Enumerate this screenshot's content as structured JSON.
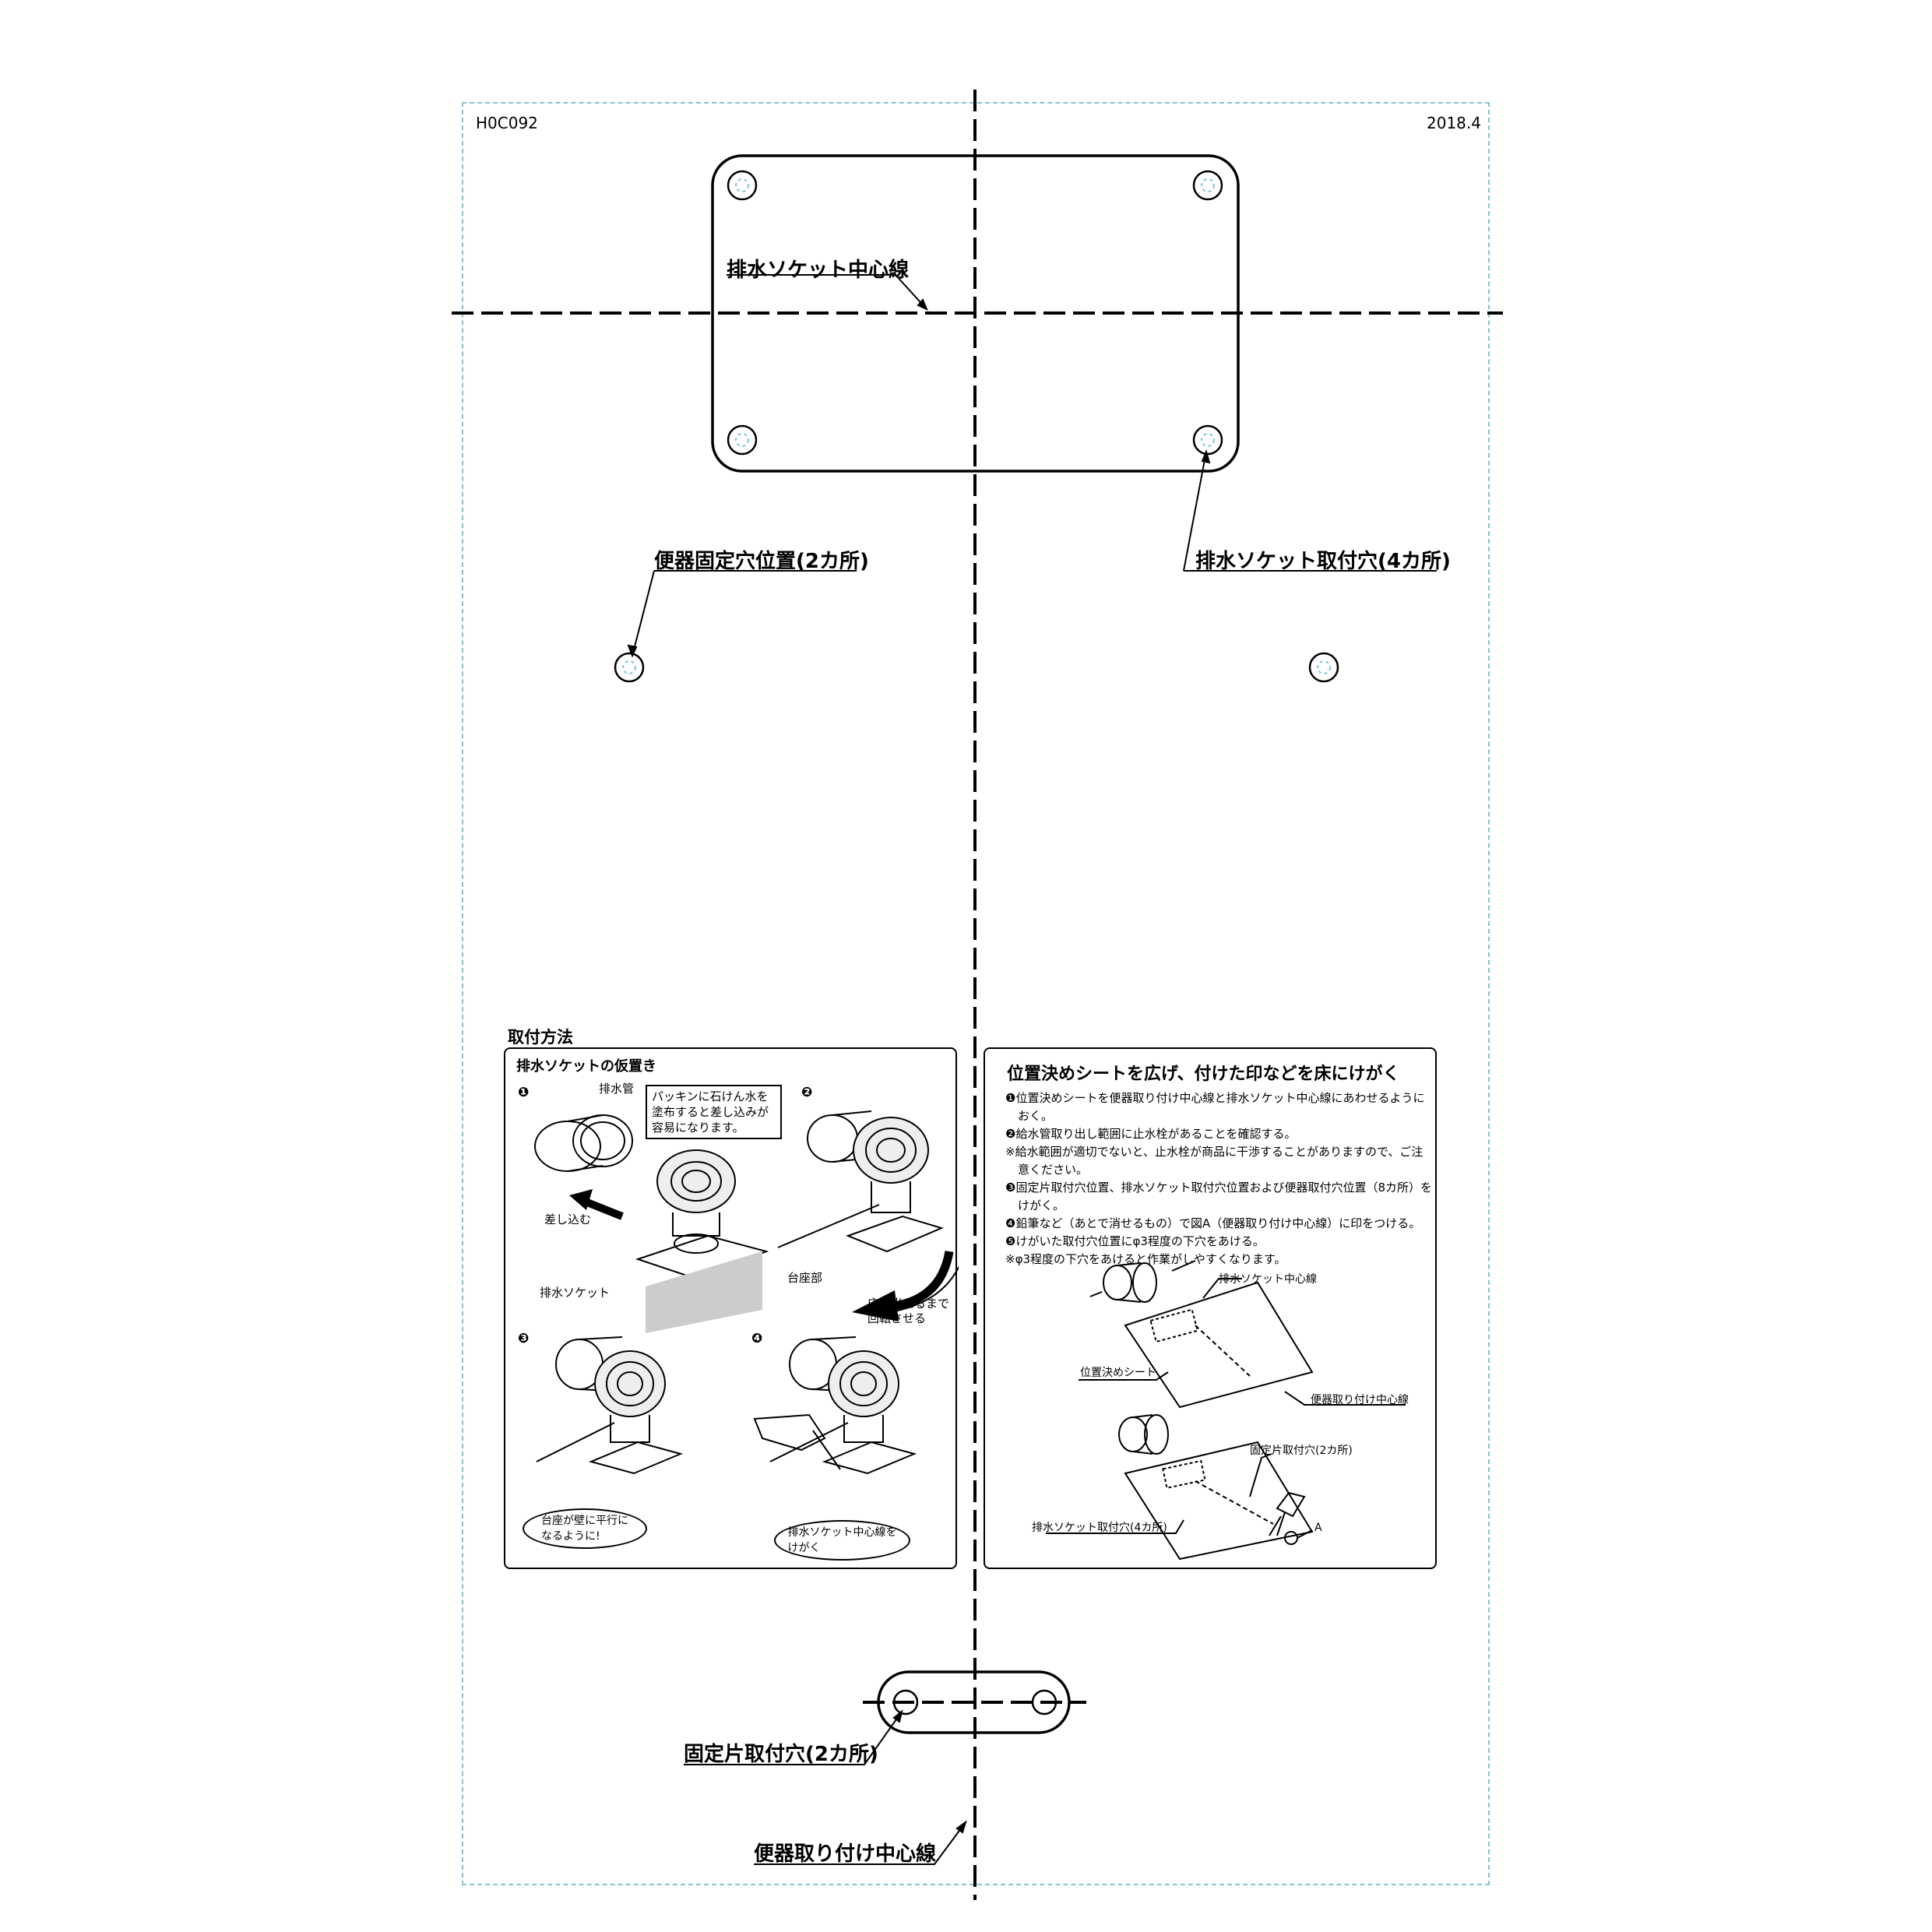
{
  "header": {
    "code": "H0C092",
    "date": "2018.4"
  },
  "labels": {
    "socket_center_line": "排水ソケット中心線",
    "toilet_fix_holes": "便器固定穴位置(2カ所)",
    "socket_mount_holes": "排水ソケット取付穴(4カ所)",
    "fixing_piece_holes": "固定片取付穴(2カ所)",
    "toilet_center_line": "便器取り付け中心線"
  },
  "method": {
    "title": "取付方法",
    "left_panel": {
      "title": "排水ソケットの仮置き",
      "step_numbers": [
        "❶",
        "❷",
        "❸",
        "❹"
      ],
      "drain_pipe": "排水管",
      "soap_note": [
        "パッキンに石けん水を",
        "塗布すると差し込みが",
        "容易になります。"
      ],
      "insert": "差し込む",
      "drain_socket": "排水ソケット",
      "base_part": "台座部",
      "rotate": [
        "床に当たるまで",
        "回転させる"
      ],
      "parallel": [
        "台座が壁に平行に",
        "なるように!"
      ],
      "scribe": [
        "排水ソケット中心線を",
        "けがく"
      ]
    },
    "right_panel": {
      "title": "位置決めシートを広げ、付けた印などを床にけがく",
      "steps": [
        {
          "mark": "❶",
          "text": "位置決めシートを便器取り付け中心線と排水ソケット中心線にあわせるように",
          "cont": "おく。"
        },
        {
          "mark": "❷",
          "text": "給水管取り出し範囲に止水栓があることを確認する。",
          "cont": ""
        },
        {
          "mark": "※",
          "text": "給水範囲が適切でないと、止水栓が商品に干渉することがありますので、ご注",
          "cont": "意ください。"
        },
        {
          "mark": "❸",
          "text": "固定片取付穴位置、排水ソケット取付穴位置および便器取付穴位置（8カ所）を",
          "cont": "けがく。"
        },
        {
          "mark": "❹",
          "text": "鉛筆など（あとで消せるもの）で図A（便器取り付け中心線）に印をつける。",
          "cont": ""
        },
        {
          "mark": "❺",
          "text": "けがいた取付穴位置にφ3程度の下穴をあける。",
          "cont": ""
        },
        {
          "mark": "※",
          "text": "φ3程度の下穴をあけると作業がしやすくなります。",
          "cont": ""
        }
      ],
      "fig_socket_center": "排水ソケット中心線",
      "fig_sheet": "位置決めシート",
      "fig_toilet_center": "便器取り付け中心線",
      "fig_fix_holes": "固定片取付穴(2カ所)",
      "fig_socket_holes": "排水ソケット取付穴(4カ所)",
      "fig_a": "A"
    }
  }
}
